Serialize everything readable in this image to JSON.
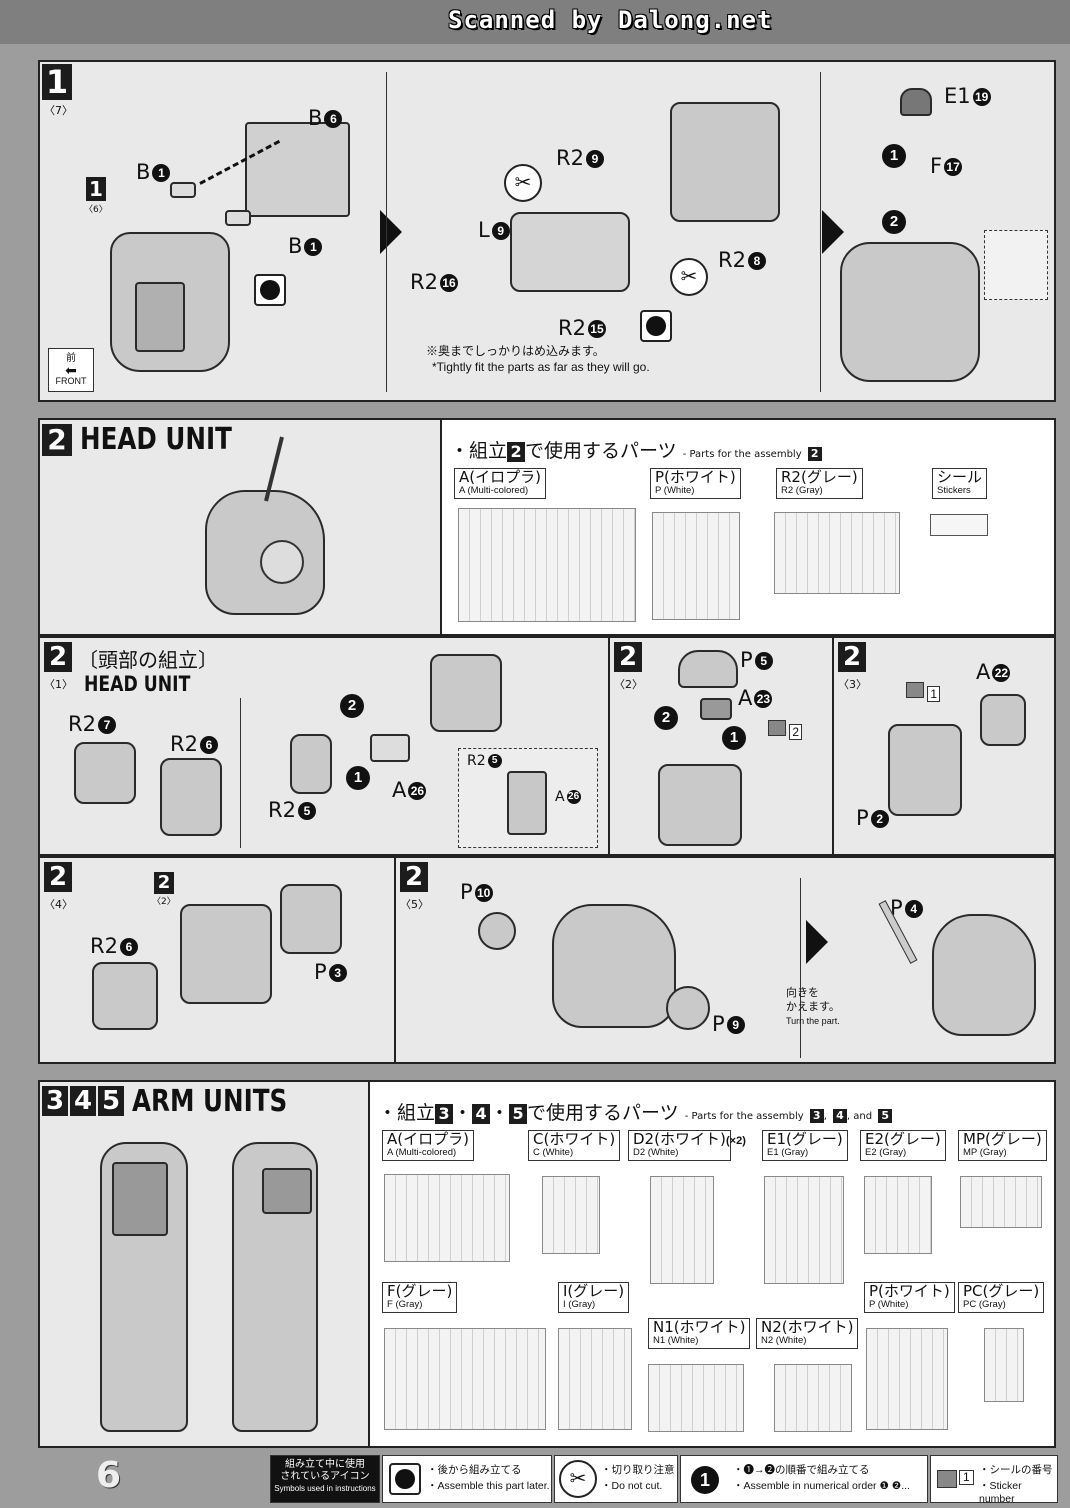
{
  "scan_watermark": "Scanned by Dalong.net",
  "page_number": "6",
  "step1": {
    "number": "1",
    "sub": "〈7〉",
    "inset_number": "1",
    "inset_sub": "〈6〉",
    "front_jp": "前",
    "front_en": "FRONT",
    "labels": {
      "b6": "B",
      "b1a": "B",
      "b1b": "B",
      "r29": "R2",
      "l9": "L",
      "r28": "R2",
      "r216": "R2",
      "r215": "R2",
      "e119": "E1",
      "f17": "F"
    },
    "nums": {
      "b6": "6",
      "b1a": "1",
      "b1b": "1",
      "r29": "9",
      "l9": "9",
      "r28": "8",
      "r216": "16",
      "r215": "15",
      "e119": "19",
      "f17": "17"
    },
    "note_jp": "※奥までしっかりはめ込みます。",
    "note_en": "*Tightly fit the parts as far as they will go."
  },
  "head_unit": {
    "number": "2",
    "title": "HEAD UNIT",
    "parts_header_jp": "・組立",
    "parts_header_num": "2",
    "parts_header_jp2": "で使用するパーツ",
    "parts_header_en": "- Parts for the assembly",
    "runners": [
      {
        "jp": "A(イロプラ)",
        "en": "A (Multi-colored)"
      },
      {
        "jp": "P(ホワイト)",
        "en": "P (White)"
      },
      {
        "jp": "R2(グレー)",
        "en": "R2 (Gray)"
      },
      {
        "jp": "シール",
        "en": "Stickers"
      }
    ]
  },
  "head_steps": {
    "s1": {
      "number": "2",
      "sub": "〈1〉",
      "title_jp": "〔頭部の組立〕",
      "title_en": "HEAD UNIT"
    },
    "s2": {
      "number": "2",
      "sub": "〈2〉"
    },
    "s3": {
      "number": "2",
      "sub": "〈3〉"
    },
    "s4": {
      "number": "2",
      "sub": "〈4〉",
      "ref_number": "2",
      "ref_sub": "〈2〉"
    },
    "s5": {
      "number": "2",
      "sub": "〈5〉"
    },
    "labels": {
      "r27": "R2",
      "r26": "R2",
      "r25": "R2",
      "a26": "A",
      "r25b": "R2",
      "a26b": "A",
      "p5": "P",
      "a23": "A",
      "a22": "A",
      "p2": "P",
      "r26b": "R2",
      "p3": "P",
      "p10": "P",
      "p9": "P",
      "p4": "P"
    },
    "nums": {
      "r27": "7",
      "r26": "6",
      "r25": "5",
      "a26": "26",
      "r25b": "5",
      "a26b": "26",
      "p5": "5",
      "a23": "23",
      "a22": "22",
      "p2": "2",
      "r26b": "6",
      "p3": "3",
      "p10": "10",
      "p9": "9",
      "p4": "4"
    },
    "sticker2": "2",
    "sticker1": "1",
    "turn_jp1": "向きを",
    "turn_jp2": "かえます。",
    "turn_en": "Turn the part."
  },
  "arm_units": {
    "numbers": [
      "3",
      "4",
      "5"
    ],
    "title": "ARM UNITS",
    "parts_header_jp": "・組立",
    "parts_header_nums": [
      "3",
      "4",
      "5"
    ],
    "parts_header_jp2": "で使用するパーツ",
    "parts_header_en": "- Parts for the assembly",
    "parts_header_and": ", and",
    "runners": [
      {
        "jp": "A(イロプラ)",
        "en": "A (Multi-colored)"
      },
      {
        "jp": "C(ホワイト)",
        "en": "C (White)"
      },
      {
        "jp": "D2(ホワイト)",
        "en": "D2 (White)",
        "extra": "(×2)"
      },
      {
        "jp": "E1(グレー)",
        "en": "E1 (Gray)"
      },
      {
        "jp": "E2(グレー)",
        "en": "E2 (Gray)"
      },
      {
        "jp": "MP(グレー)",
        "en": "MP (Gray)"
      },
      {
        "jp": "F(グレー)",
        "en": "F (Gray)"
      },
      {
        "jp": "I(グレー)",
        "en": "I (Gray)"
      },
      {
        "jp": "N1(ホワイト)",
        "en": "N1 (White)"
      },
      {
        "jp": "N2(ホワイト)",
        "en": "N2 (White)"
      },
      {
        "jp": "P(ホワイト)",
        "en": "P (White)"
      },
      {
        "jp": "PC(グレー)",
        "en": "PC (Gray)"
      }
    ]
  },
  "legend": {
    "title_jp1": "組み立て中に使用",
    "title_jp2": "されているアイコン",
    "title_en": "Symbols used in instructions",
    "later_jp": "・後から組み立てる",
    "later_en": "・Assemble this part later.",
    "cut_jp": "・切り取り注意",
    "cut_en": "・Do not cut.",
    "order_jp": "・❶→❷の順番で組み立てる",
    "order_en": "・Assemble in numerical order ❶ ❷...",
    "sticker_jp": "・シールの番号",
    "sticker_en": "・Sticker number",
    "sticker_box": "1",
    "order_icon": "1"
  },
  "colors": {
    "panel": "#e9e9e9",
    "page_bg": "#9d9d9d",
    "ink": "#111111"
  }
}
